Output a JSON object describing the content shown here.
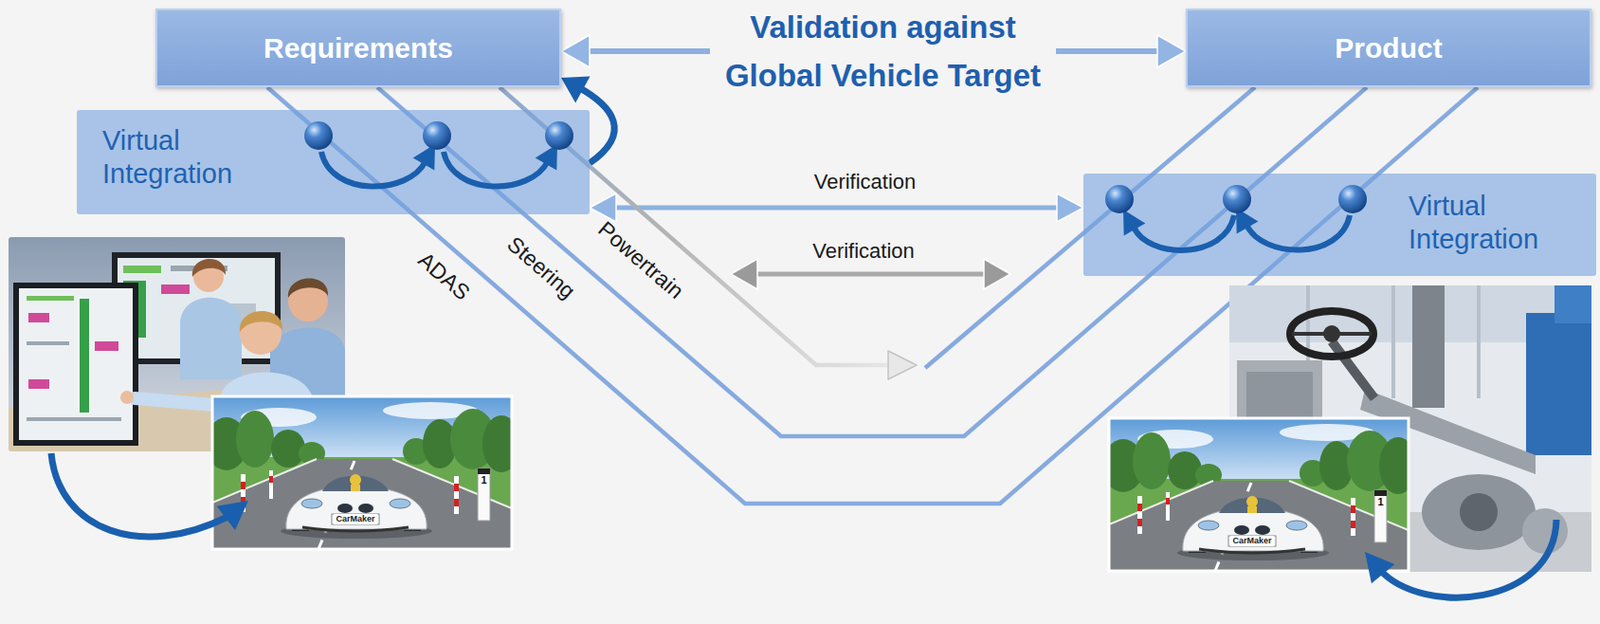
{
  "diagram": {
    "nodes": [
      {
        "text": [
          "Requirements"
        ]
      },
      {
        "text": [
          "Product"
        ]
      },
      {
        "text": [
          "Virtual Integration"
        ]
      },
      {
        "text": [
          "Virtual Integration"
        ]
      }
    ],
    "edges": [
      {
        "from": 0,
        "to": 1,
        "label": "Validation against Global Vehicle Target",
        "arrow": "both"
      },
      {
        "from": 2,
        "to": 0,
        "arrow": "to"
      },
      {
        "from": 2,
        "to": 3,
        "label": "Verification",
        "arrow": "both"
      },
      {
        "from": 0,
        "to": 1,
        "label": "ADAS",
        "arrow": "none"
      },
      {
        "from": 0,
        "to": 1,
        "label": "Steering",
        "arrow": "none"
      },
      {
        "from": 0,
        "to": 1,
        "label": "Powertrain",
        "arrow": "none"
      }
    ],
    "labels": [
      "Verification",
      "CarMaker",
      "1",
      "CarMaker",
      "1"
    ]
  }
}
